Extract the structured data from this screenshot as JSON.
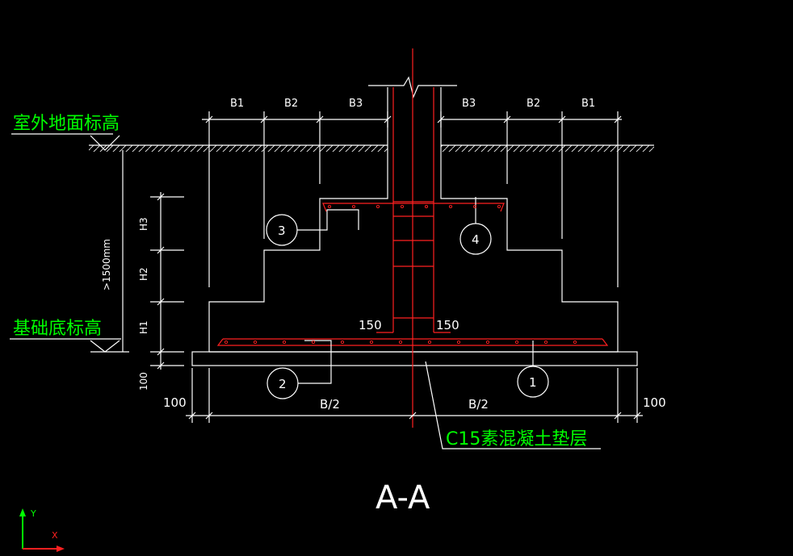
{
  "labels": {
    "ground_level": "室外地面标高",
    "base_level": "基础底标高",
    "cushion": "C15素混凝土垫层",
    "section_title": "A-A"
  },
  "dims": {
    "b1_left": "B1",
    "b2_left": "B2",
    "b3_left": "B3",
    "b3_right": "B3",
    "b2_right": "B2",
    "b1_right": "B1",
    "h3": "H3",
    "h2": "H2",
    "h1": "H1",
    "depth": ">1500mm",
    "cushion_thk": "100",
    "offset_left": "100",
    "offset_right": "100",
    "half_left": "B/2",
    "half_right": "B/2",
    "col_left": "150",
    "col_right": "150"
  },
  "markers": {
    "m1": "1",
    "m2": "2",
    "m3": "3",
    "m4": "4"
  },
  "ucs": {
    "y": "Y",
    "x": "X"
  },
  "colors": {
    "outline": "#ffffff",
    "rebar": "#ff2020",
    "text": "#00ff00",
    "background": "#000000"
  }
}
